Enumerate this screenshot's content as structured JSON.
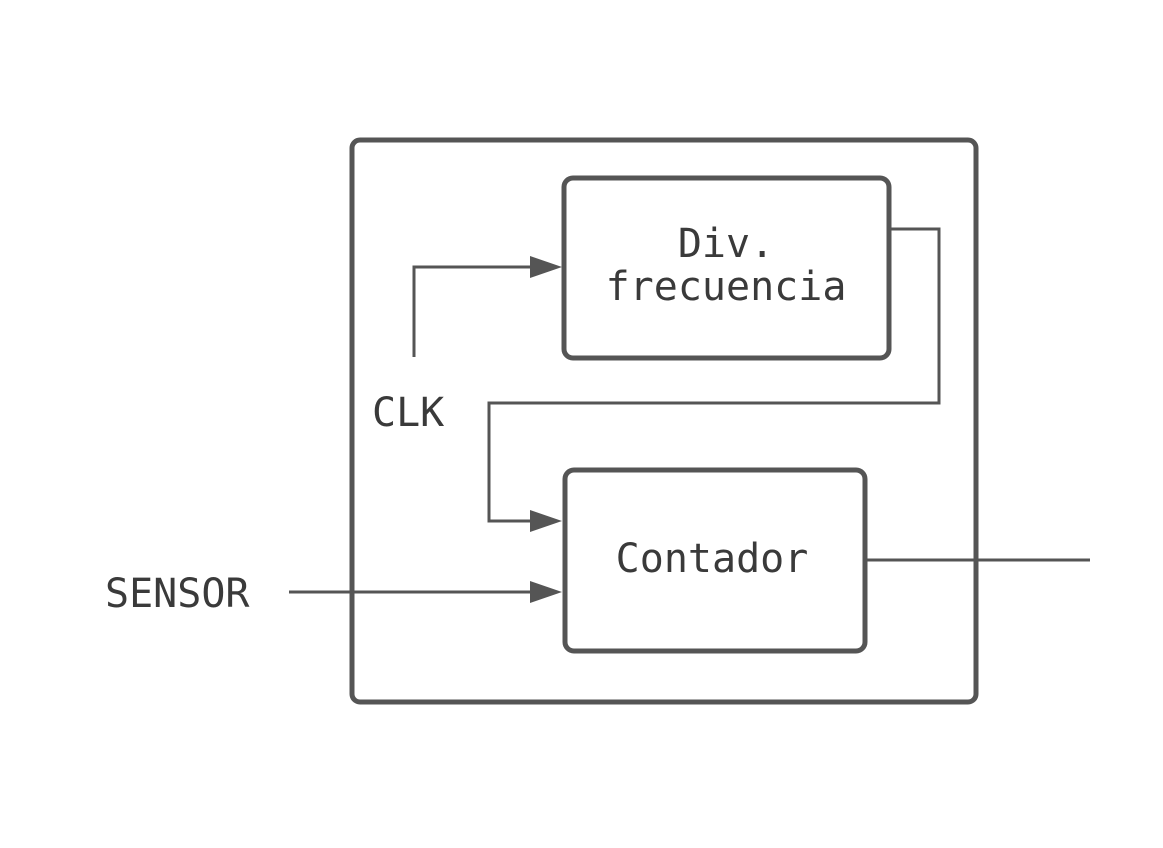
{
  "diagram": {
    "blocks": {
      "divider": {
        "line1": "Div.",
        "line2": "frecuencia"
      },
      "counter": {
        "label": "Contador"
      }
    },
    "inputs": {
      "clk": "CLK",
      "sensor": "SENSOR"
    },
    "colors": {
      "stroke": "#555555",
      "text": "#3a3a3a",
      "background": "#ffffff"
    }
  }
}
